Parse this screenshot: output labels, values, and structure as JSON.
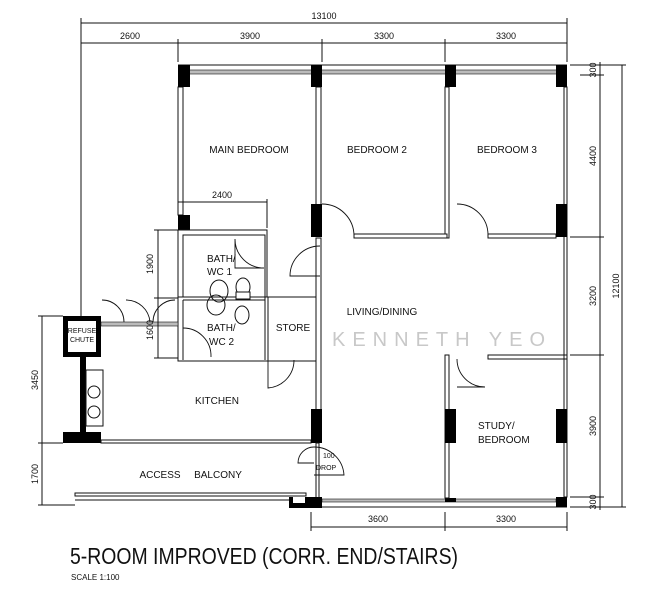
{
  "title": "5-ROOM IMPROVED (CORR. END/STAIRS)",
  "scale": "SCALE  1:100",
  "watermark": "KENNETH YEO",
  "dimensions": {
    "overall_width": "13100",
    "top": [
      "2600",
      "3900",
      "3300",
      "3300"
    ],
    "bottom": [
      "3600",
      "3300"
    ],
    "right": [
      "300",
      "4400",
      "3200",
      "3900",
      "300"
    ],
    "overall_depth": "12100",
    "left": [
      "3450",
      "1700"
    ],
    "bath_width": "2400",
    "bath1_depth": "1900",
    "bath2_depth": "1600"
  },
  "rooms": {
    "main_bedroom": "MAIN  BEDROOM",
    "bedroom2": "BEDROOM  2",
    "bedroom3": "BEDROOM  3",
    "bath1_line1": "BATH/",
    "bath1_line2": "WC  1",
    "bath2_line1": "BATH/",
    "bath2_line2": "WC  2",
    "store": "STORE",
    "living": "LIVING/DINING",
    "kitchen": "KITCHEN",
    "study_line1": "STUDY/",
    "study_line2": "BEDROOM",
    "access": "ACCESS",
    "balcony": "BALCONY",
    "refuse_line1": "REFUSE",
    "refuse_line2": "CHUTE",
    "drop_line1": "100",
    "drop_line2": "DROP"
  }
}
